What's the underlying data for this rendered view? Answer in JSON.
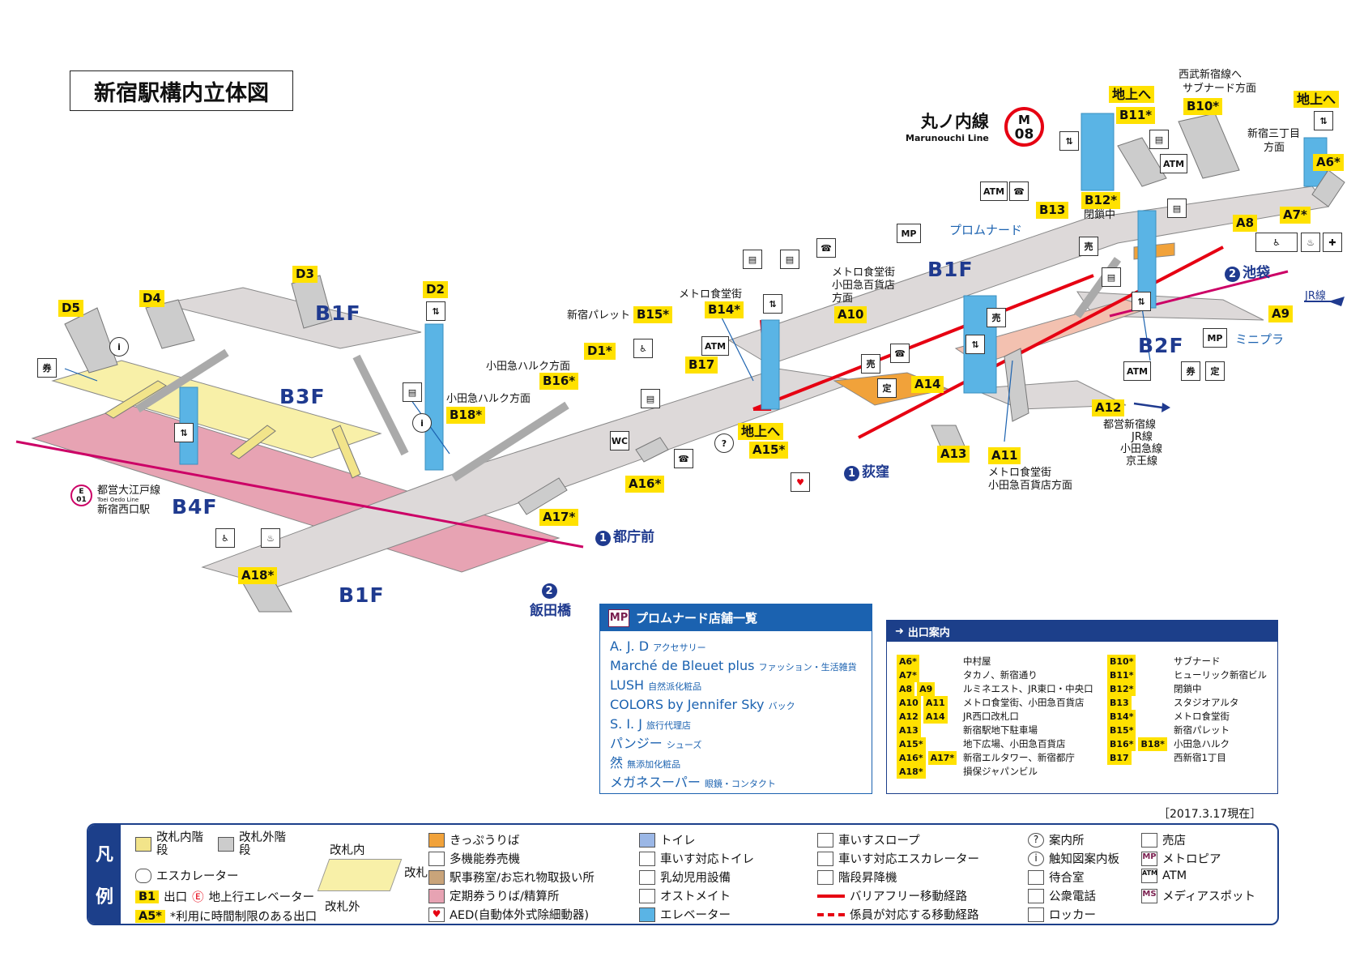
{
  "title": "新宿駅構内立体図",
  "station": {
    "name_ja": "丸ノ内線",
    "name_en": "Marunouchi Line",
    "code_letter": "M",
    "code_num": "08",
    "color": "#e60012"
  },
  "floors": {
    "b1f_left": "B1F",
    "b3f": "B3F",
    "b4f": "B4F",
    "b1f_bottom": "B1F",
    "b1f_right": "B1F",
    "b2f": "B2F"
  },
  "exits": {
    "d5": "D5",
    "d4": "D4",
    "d3": "D3",
    "d2": "D2",
    "d1": "D1*",
    "b15": "B15*",
    "b14": "B14*",
    "b16": "B16*",
    "b17": "B17",
    "b18": "B18*",
    "a16": "A16*",
    "a17": "A17*",
    "a18": "A18*",
    "a15": "A15*",
    "a10": "A10",
    "a14": "A14",
    "a13": "A13",
    "a11": "A11",
    "a12": "A12",
    "a9": "A9",
    "a8": "A8",
    "a7": "A7*",
    "a6": "A6*",
    "b13": "B13",
    "b12": "B12*",
    "b11": "B11*",
    "b10": "B10*"
  },
  "labels": {
    "shinjuku_pallet": "新宿パレット",
    "metro_shokudo": "メトロ食堂街",
    "odakyu_halc1": "小田急ハルク方面",
    "odakyu_halc2": "小田急ハルク方面",
    "metro_odakyu": "メトロ食堂街",
    "metro_odakyu2": "小田急百貨店",
    "metro_odakyu3": "方面",
    "chijo_he_a15": "地上へ",
    "chijo_he_b11": "地上へ",
    "chijo_he_a6": "地上へ",
    "seibu1": "西武新宿線へ",
    "seibu2": "サブナード方面",
    "sanchome1": "新宿三丁目",
    "sanchome2": "方面",
    "heisa": "閉鎖中",
    "promenade": "プロムナード",
    "mini_pura": "ミニプラ",
    "jr_line": "JR線",
    "a12_1": "都営新宿線",
    "a12_2": "JR線",
    "a12_3": "小田急線",
    "a12_4": "京王線",
    "a11_1": "メトロ食堂街",
    "a11_2": "小田急百貨店方面",
    "oedo1": "都営大江戸線",
    "oedo2": "Toei Oedo Line",
    "oedo3": "新宿西口駅",
    "oedo_code_top": "E",
    "oedo_code_num": "01"
  },
  "directions": {
    "ogikubo_num": "1",
    "ogikubo": "荻窪",
    "ikebukuro_num": "2",
    "ikebukuro": "池袋",
    "tochomae_num": "1",
    "tochomae": "都庁前",
    "iidabashi_num": "2",
    "iidabashi": "飯田橋"
  },
  "promenade_panel": {
    "header_icon": "MP",
    "header": "プロムナード店舗一覧",
    "items": [
      {
        "name": "A. J. D",
        "note": "アクセサリー"
      },
      {
        "name": "Marché de Bleuet plus",
        "note": "ファッション・生活雑貨"
      },
      {
        "name": "LUSH",
        "note": "自然派化粧品"
      },
      {
        "name": "COLORS by Jennifer Sky",
        "note": "バック"
      },
      {
        "name": "S. I. J",
        "note": "旅行代理店"
      },
      {
        "name": "パンジー",
        "note": "シューズ"
      },
      {
        "name": "然",
        "note": "無添加化粧品"
      },
      {
        "name": "メガネスーパー",
        "note": "眼鏡・コンタクト"
      }
    ]
  },
  "exit_panel": {
    "header": "出口案内",
    "left": [
      {
        "tags": [
          "A6*"
        ],
        "text": "中村屋"
      },
      {
        "tags": [
          "A7*"
        ],
        "text": "タカノ、新宿通り"
      },
      {
        "tags": [
          "A8",
          "A9"
        ],
        "text": "ルミネエスト、JR東口・中央口"
      },
      {
        "tags": [
          "A10",
          "A11"
        ],
        "text": "メトロ食堂街、小田急百貨店"
      },
      {
        "tags": [
          "A12",
          "A14"
        ],
        "text": "JR西口改札口"
      },
      {
        "tags": [
          "A13"
        ],
        "text": "新宿駅地下駐車場"
      },
      {
        "tags": [
          "A15*"
        ],
        "text": "地下広場、小田急百貨店"
      },
      {
        "tags": [
          "A16*",
          "A17*"
        ],
        "text": "新宿エルタワー、新宿都庁"
      },
      {
        "tags": [
          "A18*"
        ],
        "text": "損保ジャパンビル"
      }
    ],
    "right": [
      {
        "tags": [
          "B10*"
        ],
        "text": "サブナード"
      },
      {
        "tags": [
          "B11*"
        ],
        "text": "ヒューリック新宿ビル"
      },
      {
        "tags": [
          "B12*"
        ],
        "text": "閉鎖中"
      },
      {
        "tags": [
          "B13"
        ],
        "text": "スタジオアルタ"
      },
      {
        "tags": [
          "B14*"
        ],
        "text": "メトロ食堂街"
      },
      {
        "tags": [
          "B15*"
        ],
        "text": "新宿パレット"
      },
      {
        "tags": [
          "B16*",
          "B18*"
        ],
        "text": "小田急ハルク"
      },
      {
        "tags": [
          "B17"
        ],
        "text": "西新宿1丁目"
      }
    ]
  },
  "date": "［2017.3.17現在］",
  "legend": {
    "side": [
      "凡",
      "例"
    ],
    "kaisatsu_nai_stairs": "改札内階段",
    "kaisatsu_gai_stairs": "改札外階段",
    "escalator": "エスカレーター",
    "kaisatsu_nai": "改札内",
    "kaisatsu": "改札",
    "kaisatsu_gai": "改札外",
    "exit_tag": "B1",
    "exit_text": "出口",
    "elev_exit": "地上行エレベーター",
    "time_tag": "A5*",
    "time_text": "*利用に時間制限のある出口",
    "ticket": "きっぷうりば",
    "multi": "多機能券売機",
    "office": "駅事務室/お忘れ物取扱い所",
    "pass": "定期券うりば/精算所",
    "aed": "AED(自動体外式除細動器)",
    "toilet": "トイレ",
    "wc_toilet": "車いす対応トイレ",
    "baby": "乳幼児用設備",
    "ostomate": "オストメイト",
    "elevator": "エレベーター",
    "slope": "車いすスロープ",
    "wc_esc": "車いす対応エスカレーター",
    "stairlift": "階段昇降機",
    "bf_route": "バリアフリー移動経路",
    "staff_route": "係員が対応する移動経路",
    "info": "案内所",
    "tactile": "触知図案内板",
    "waiting": "待合室",
    "phone": "公衆電話",
    "locker": "ロッカー",
    "shop": "売店",
    "metropia": "メトロピア",
    "atm": "ATM",
    "media": "メディアスポット"
  },
  "colors": {
    "platform_pink": "#e7a3b3",
    "concourse_yellow": "#f8f0a8",
    "floor_gray": "#ddd9d9",
    "elevator_blue": "#5ab4e5",
    "route_red": "#e60012",
    "line_magenta": "#cc0066",
    "brand_navy": "#1c3f8a"
  }
}
